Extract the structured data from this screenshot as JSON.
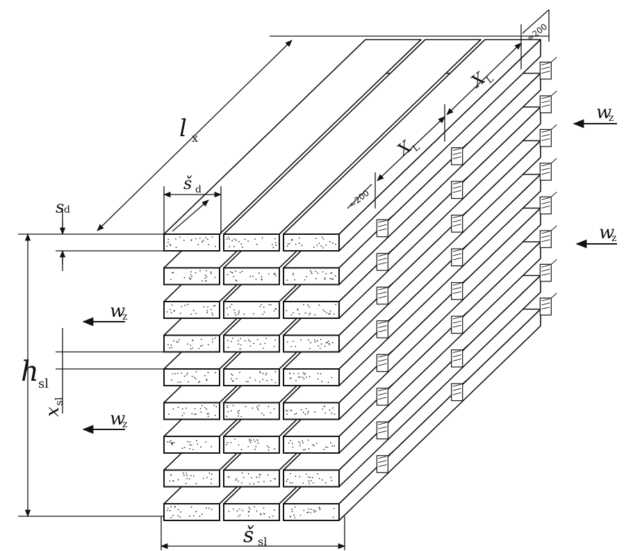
{
  "labels": {
    "length": {
      "main": "l",
      "sub": "x"
    },
    "board_width": {
      "main": "š",
      "sub": "d"
    },
    "board_thickness": {
      "main": "s",
      "sub": "d"
    },
    "stack_height": {
      "main": "h",
      "sub": "sl"
    },
    "sticker_thickness": {
      "main": "x",
      "sub": "sl"
    },
    "stack_width": {
      "main": "š",
      "sub": "sl"
    },
    "sticker_spacing_1": {
      "main": "X",
      "sub": "L"
    },
    "sticker_spacing_2": {
      "main": "X",
      "sub": "L"
    },
    "front_offset": "≈200",
    "rear_offset": "≈200",
    "airflow": [
      {
        "main": "w",
        "sub": "z"
      },
      {
        "main": "w",
        "sub": "z"
      },
      {
        "main": "w",
        "sub": "z"
      },
      {
        "main": "w",
        "sub": "z"
      }
    ]
  },
  "stack": {
    "layers": 9,
    "boards_per_layer": 3,
    "sticker_rows": 3
  },
  "colors": {
    "line": "#111111",
    "background": "#ffffff",
    "dots": "#333333"
  }
}
